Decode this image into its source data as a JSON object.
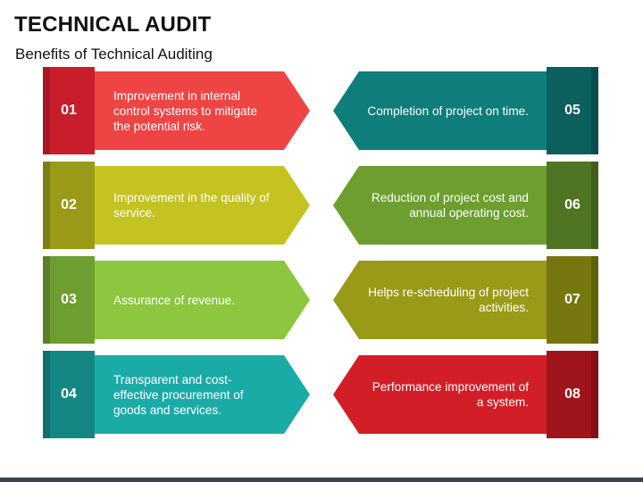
{
  "header": {
    "title": "TECHNICAL AUDIT",
    "subtitle": "Benefits of Technical Auditing"
  },
  "items": [
    {
      "number": "01",
      "text": "Improvement in internal control systems to mitigate the potential risk.",
      "side": "left",
      "color": "#EF4444",
      "tab_color": "#C81E2C"
    },
    {
      "number": "02",
      "text": "Improvement in the quality of service.",
      "side": "left",
      "color": "#C4C322",
      "tab_color": "#999A18"
    },
    {
      "number": "03",
      "text": "Assurance of revenue.",
      "side": "left",
      "color": "#8DC63F",
      "tab_color": "#6E9E2F"
    },
    {
      "number": "04",
      "text": "Transparent and cost-effective procurement of goods and services.",
      "side": "left",
      "color": "#1AABA7",
      "tab_color": "#148784"
    },
    {
      "number": "05",
      "text": "Completion of project on time.",
      "side": "right",
      "color": "#0F7E7B",
      "tab_color": "#0B5F5D"
    },
    {
      "number": "06",
      "text": "Reduction of project cost and annual operating cost.",
      "side": "right",
      "color": "#6E9E2F",
      "tab_color": "#4F7422"
    },
    {
      "number": "07",
      "text": "Helps re-scheduling of project activities.",
      "side": "right",
      "color": "#999A18",
      "tab_color": "#76770F"
    },
    {
      "number": "08",
      "text": "Performance improvement of a system.",
      "side": "right",
      "color": "#D21F27",
      "tab_color": "#A0141B"
    }
  ]
}
